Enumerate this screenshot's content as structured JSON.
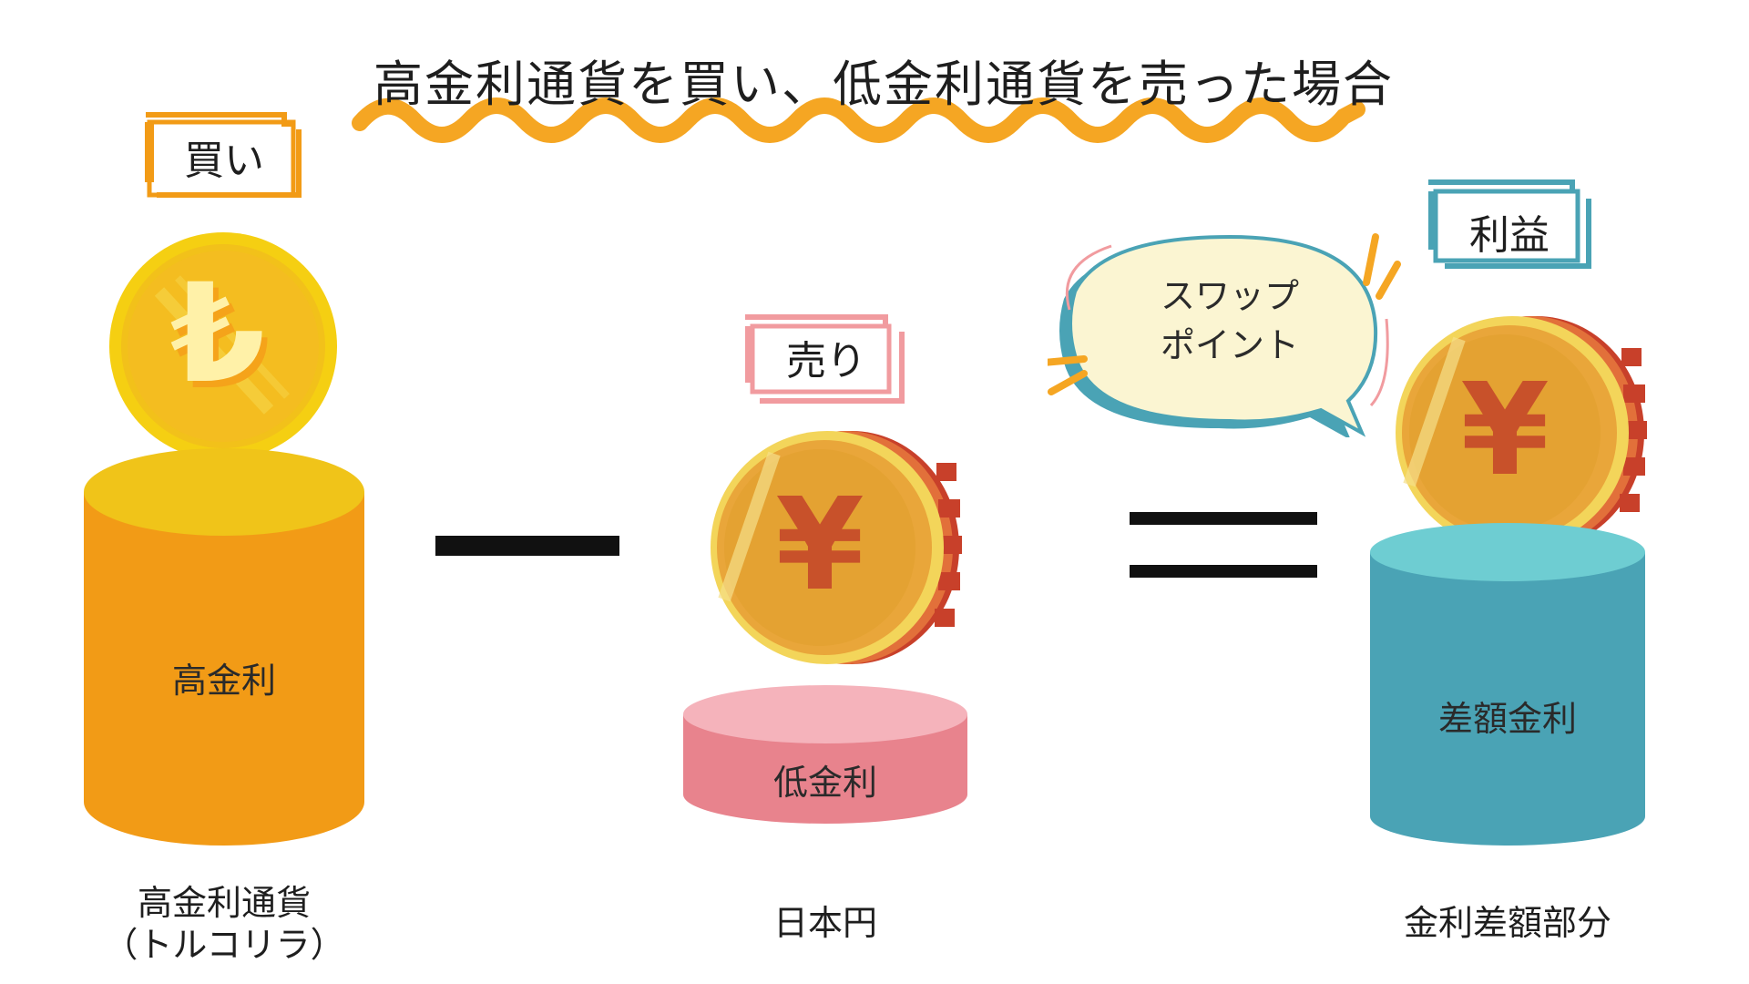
{
  "title": "高金利通貨を買い、低金利通貨を売った場合",
  "tags": {
    "buy": "買い",
    "sell": "売り",
    "profit": "利益"
  },
  "bubble": {
    "line1": "スワップ",
    "line2": "ポイント"
  },
  "cylinders": {
    "high": "高金利",
    "low": "低金利",
    "diff": "差額金利"
  },
  "captions": {
    "high_line1": "高金利通貨",
    "high_line2": "（トルコリラ）",
    "yen": "日本円",
    "diff": "金利差額部分"
  },
  "operators": {
    "minus": "−",
    "equals": "="
  },
  "icons": {
    "lira_coin": "turkish-lira-coin-icon",
    "yen_coin_left": "yen-coin-icon",
    "yen_coin_right": "yen-coin-icon"
  },
  "colors": {
    "orange": "#F29B16",
    "orange_top": "#F0C419",
    "pink_body": "#E8838D",
    "pink_top": "#F5B3BB",
    "teal_body": "#4AA3B5",
    "teal_top": "#6ECDD2",
    "wavy": "#F5A623",
    "bubble_fill": "#FBF5D2",
    "bubble_stroke": "#4AA3B5"
  }
}
